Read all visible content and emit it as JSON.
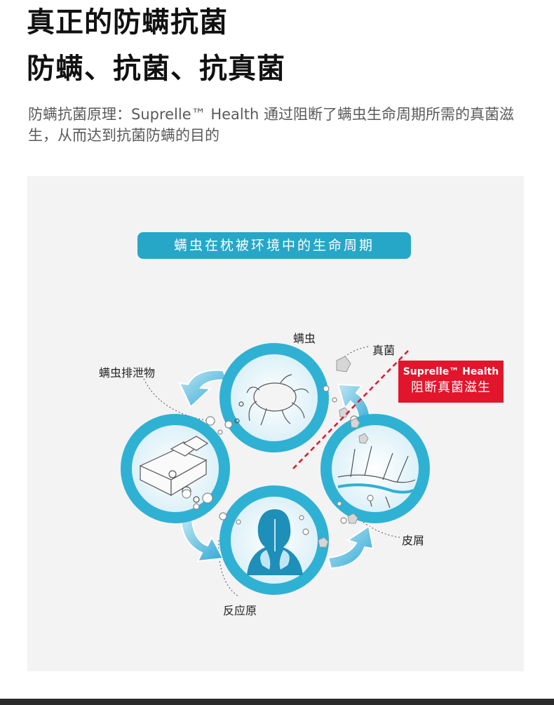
{
  "header": {
    "title_line1": "真正的防螨抗菌",
    "title_line2": "防螨、抗菌、抗真菌",
    "description": "防螨抗菌原理：Suprelle™ Health 通过阻断了螨虫生命周期所需的真菌滋生，从而达到抗菌防螨的目的"
  },
  "diagram": {
    "banner": "螨虫在枕被环境中的生命周期",
    "labels": {
      "mite": "螨虫",
      "fungi": "真菌",
      "excrement": "螨虫排泄物",
      "skin_flakes": "皮屑",
      "allergen": "反应原"
    },
    "callout": {
      "line1": "Suprelle™ Health",
      "line2": "阻断真菌滋生"
    },
    "icons": {
      "top": "dust-mite-icon",
      "left": "bed-icon",
      "bottom": "human-lungs-icon",
      "right": "skin-layer-icon"
    },
    "colors": {
      "ring": "#2fb1d4",
      "arrow": "#3bb4db",
      "banner": "#26a7c8",
      "callout": "#e1152b",
      "block_line": "#e1152b"
    }
  }
}
